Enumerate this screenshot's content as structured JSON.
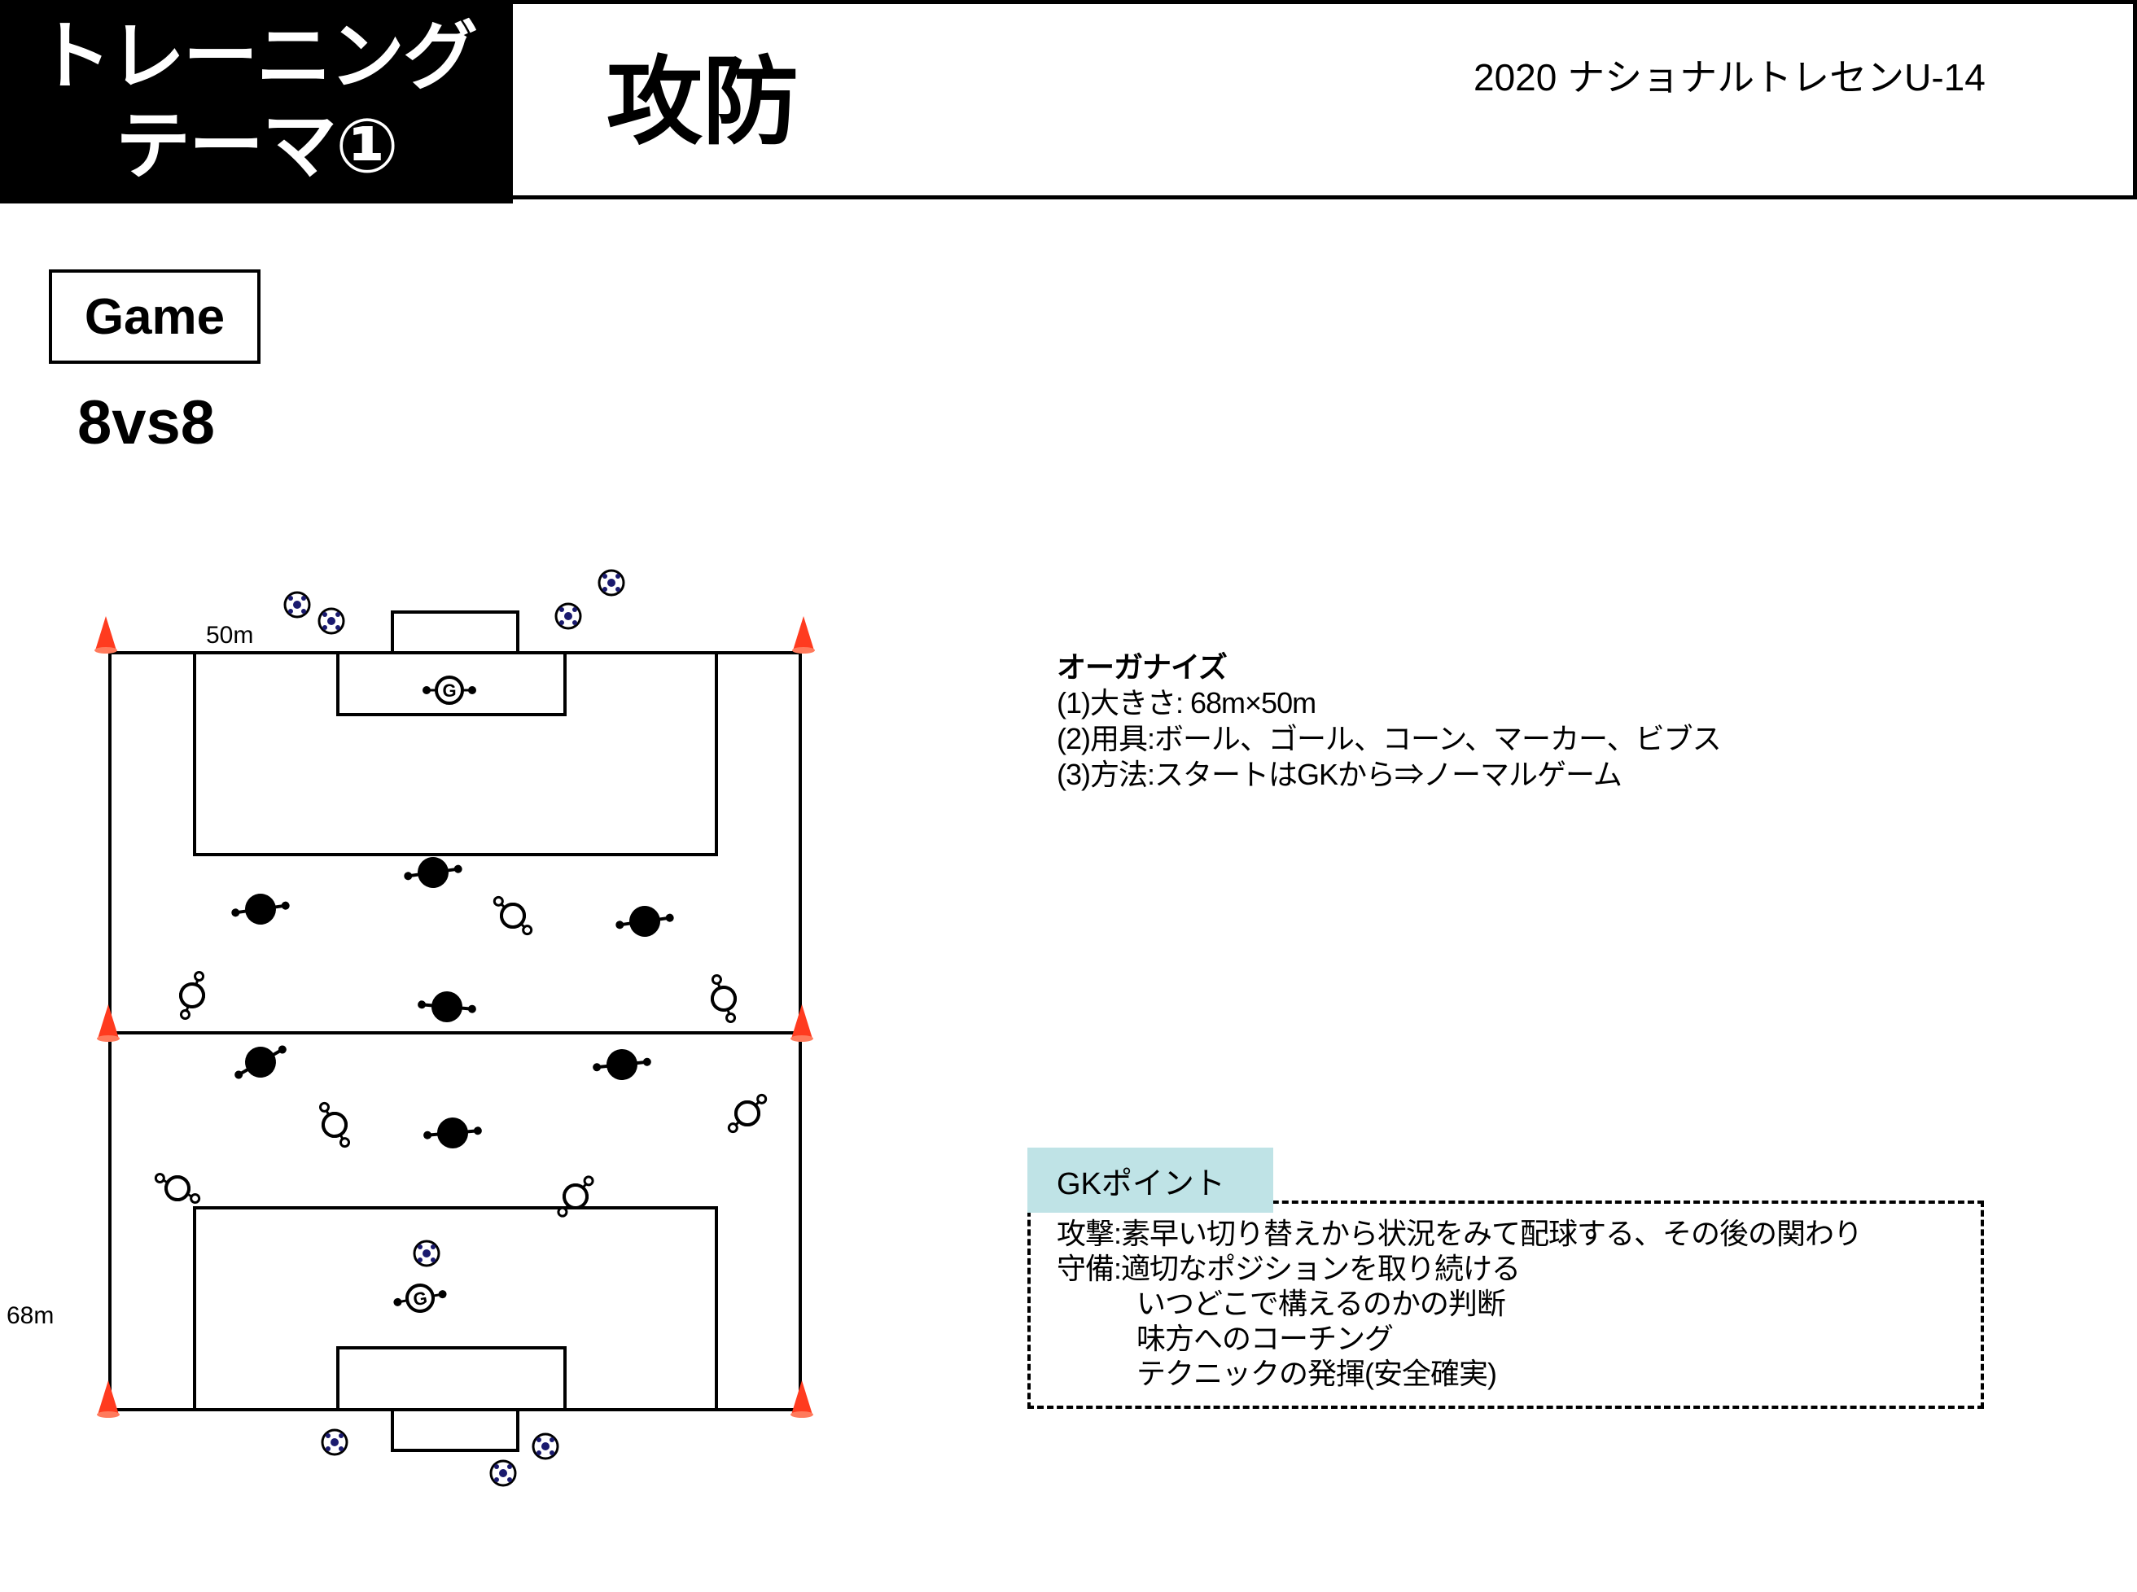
{
  "header": {
    "label_line1": "トレーニング",
    "label_line2": "テーマ①",
    "theme": "攻防",
    "course": "2020 ナショナルトレセンU-14",
    "bar_color": "#000000"
  },
  "session": {
    "type": "Game",
    "format": "8vs8"
  },
  "field": {
    "width_label": "50m",
    "length_label": "68m",
    "gk_marker": "G",
    "cone_color": "#ff3b1f",
    "icons": [
      "soccer-ball-icon",
      "cone-icon",
      "player-filled-icon",
      "player-outline-icon",
      "goalkeeper-icon"
    ]
  },
  "organize": {
    "title": "オーガナイズ",
    "items": [
      "(1)大きさ: 68m×50m",
      "(2)用具:ボール、ゴール、コーン、マーカー、ビブス",
      "(3)方法:スタートはGKから⇒ノーマルゲーム"
    ]
  },
  "gk_points": {
    "tab_label": "GKポイント",
    "tab_color": "#bfe3e6",
    "lines": [
      "攻撃:素早い切り替えから状況をみて配球する、その後の関わり",
      "守備:適切なポジションを取り続ける",
      "いつどこで構えるのかの判断",
      "味方へのコーチング",
      "テクニックの発揮(安全確実)"
    ]
  }
}
